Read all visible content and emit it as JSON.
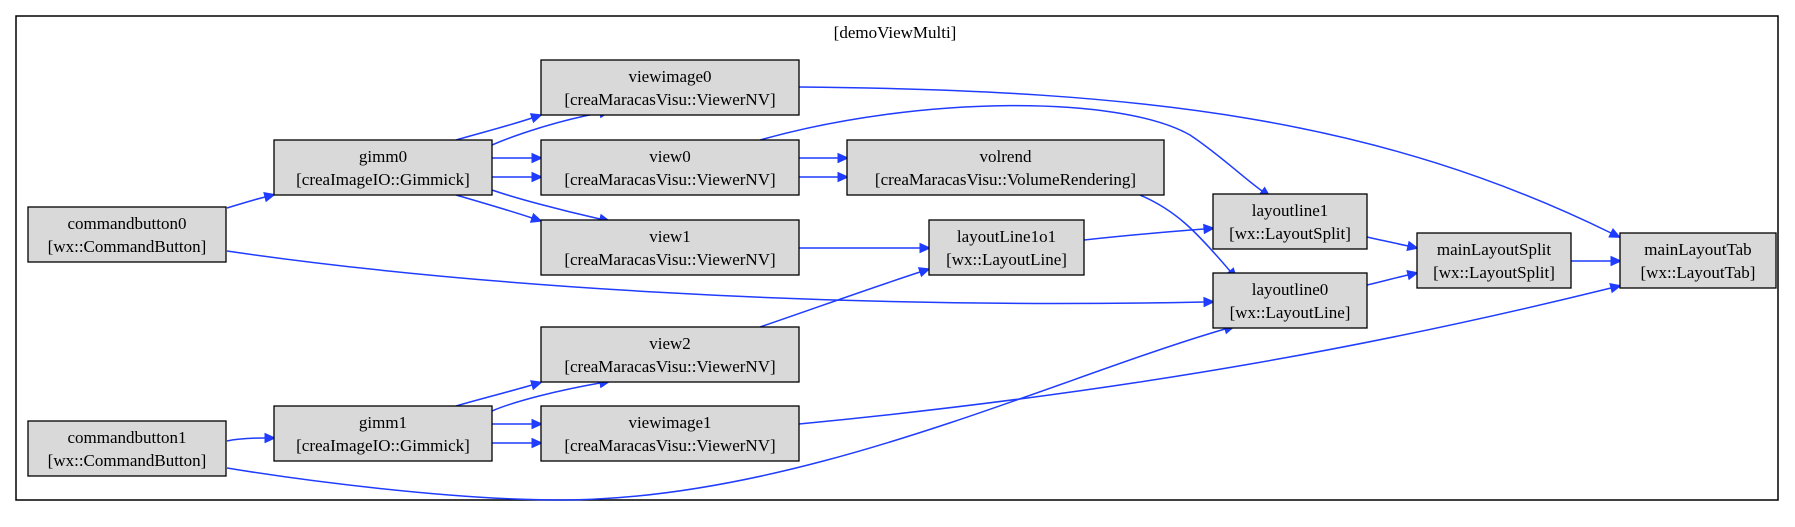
{
  "cluster": {
    "title": "[demoViewMulti]"
  },
  "colors": {
    "node_fill": "#d9d9d9",
    "edge": "#1f3cff",
    "border": "#000000"
  },
  "nodes": [
    {
      "id": "commandbutton0",
      "name": "commandbutton0",
      "type": "[wx::CommandButton]"
    },
    {
      "id": "commandbutton1",
      "name": "commandbutton1",
      "type": "[wx::CommandButton]"
    },
    {
      "id": "gimm0",
      "name": "gimm0",
      "type": "[creaImageIO::Gimmick]"
    },
    {
      "id": "gimm1",
      "name": "gimm1",
      "type": "[creaImageIO::Gimmick]"
    },
    {
      "id": "viewimage0",
      "name": "viewimage0",
      "type": "[creaMaracasVisu::ViewerNV]"
    },
    {
      "id": "view0",
      "name": "view0",
      "type": "[creaMaracasVisu::ViewerNV]"
    },
    {
      "id": "view1",
      "name": "view1",
      "type": "[creaMaracasVisu::ViewerNV]"
    },
    {
      "id": "view2",
      "name": "view2",
      "type": "[creaMaracasVisu::ViewerNV]"
    },
    {
      "id": "viewimage1",
      "name": "viewimage1",
      "type": "[creaMaracasVisu::ViewerNV]"
    },
    {
      "id": "volrend",
      "name": "volrend",
      "type": "[creaMaracasVisu::VolumeRendering]"
    },
    {
      "id": "layoutLine1o1",
      "name": "layoutLine1o1",
      "type": "[wx::LayoutLine]"
    },
    {
      "id": "layoutline1",
      "name": "layoutline1",
      "type": "[wx::LayoutSplit]"
    },
    {
      "id": "layoutline0",
      "name": "layoutline0",
      "type": "[wx::LayoutLine]"
    },
    {
      "id": "mainLayoutSplit",
      "name": "mainLayoutSplit",
      "type": "[wx::LayoutSplit]"
    },
    {
      "id": "mainLayoutTab",
      "name": "mainLayoutTab",
      "type": "[wx::LayoutTab]"
    }
  ],
  "edges": [
    {
      "from": "commandbutton0",
      "to": "gimm0"
    },
    {
      "from": "commandbutton0",
      "to": "layoutline0"
    },
    {
      "from": "commandbutton1",
      "to": "gimm1"
    },
    {
      "from": "commandbutton1",
      "to": "layoutline0"
    },
    {
      "from": "gimm0",
      "to": "viewimage0"
    },
    {
      "from": "gimm0",
      "to": "viewimage0"
    },
    {
      "from": "gimm0",
      "to": "view0"
    },
    {
      "from": "gimm0",
      "to": "view0"
    },
    {
      "from": "gimm0",
      "to": "view1"
    },
    {
      "from": "gimm0",
      "to": "view1"
    },
    {
      "from": "gimm1",
      "to": "view2"
    },
    {
      "from": "gimm1",
      "to": "view2"
    },
    {
      "from": "gimm1",
      "to": "viewimage1"
    },
    {
      "from": "gimm1",
      "to": "viewimage1"
    },
    {
      "from": "viewimage0",
      "to": "mainLayoutTab"
    },
    {
      "from": "view0",
      "to": "volrend"
    },
    {
      "from": "view0",
      "to": "volrend"
    },
    {
      "from": "view0",
      "to": "layoutline1"
    },
    {
      "from": "view1",
      "to": "layoutLine1o1"
    },
    {
      "from": "view2",
      "to": "layoutLine1o1"
    },
    {
      "from": "viewimage1",
      "to": "mainLayoutTab"
    },
    {
      "from": "volrend",
      "to": "layoutline0"
    },
    {
      "from": "layoutLine1o1",
      "to": "layoutline1"
    },
    {
      "from": "layoutline1",
      "to": "mainLayoutSplit"
    },
    {
      "from": "layoutline0",
      "to": "mainLayoutSplit"
    },
    {
      "from": "mainLayoutSplit",
      "to": "mainLayoutTab"
    }
  ]
}
